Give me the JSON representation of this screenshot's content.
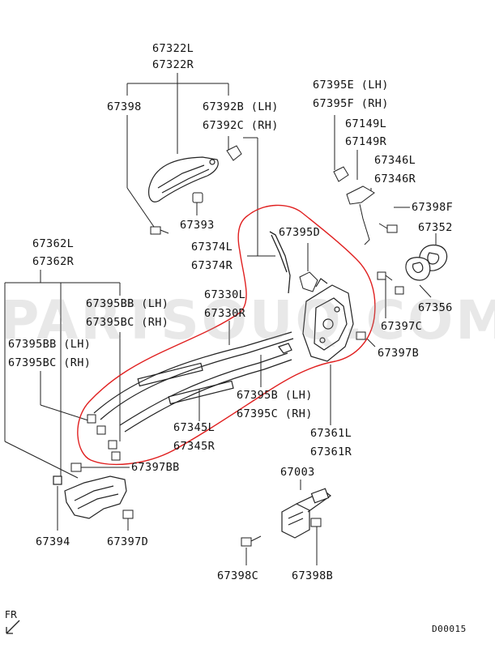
{
  "watermark": "PARTSOUQ.COM",
  "drawing_code": "D00015",
  "direction_label": "FR",
  "highlight_color": "#e02020",
  "labels": {
    "p67322L": "67322L",
    "p67322R": "67322R",
    "p67398": "67398",
    "p67392B": "67392B (LH)",
    "p67392C": "67392C (RH)",
    "p67395E": "67395E (LH)",
    "p67395F": "67395F (RH)",
    "p67149L": "67149L",
    "p67149R": "67149R",
    "p67346L": "67346L",
    "p67346R": "67346R",
    "p67398F": "67398F",
    "p67352": "67352",
    "p67393": "67393",
    "p67374L": "67374L",
    "p67374R": "67374R",
    "p67395D": "67395D",
    "p67362L": "67362L",
    "p67362R": "67362R",
    "p67395BB_top": "67395BB (LH)",
    "p67395BC_top": "67395BC (RH)",
    "p67330L": "67330L",
    "p67330R": "67330R",
    "p67356": "67356",
    "p67397C": "67397C",
    "p67395BB_left": "67395BB (LH)",
    "p67395BC_left": "67395BC (RH)",
    "p67397B": "67397B",
    "p67395B": "67395B (LH)",
    "p67395C": "67395C (RH)",
    "p67345L": "67345L",
    "p67345R": "67345R",
    "p67361L": "67361L",
    "p67361R": "67361R",
    "p67397BB": "67397BB",
    "p67003": "67003",
    "p67394": "67394",
    "p67397D": "67397D",
    "p67398C": "67398C",
    "p67398B": "67398B"
  }
}
